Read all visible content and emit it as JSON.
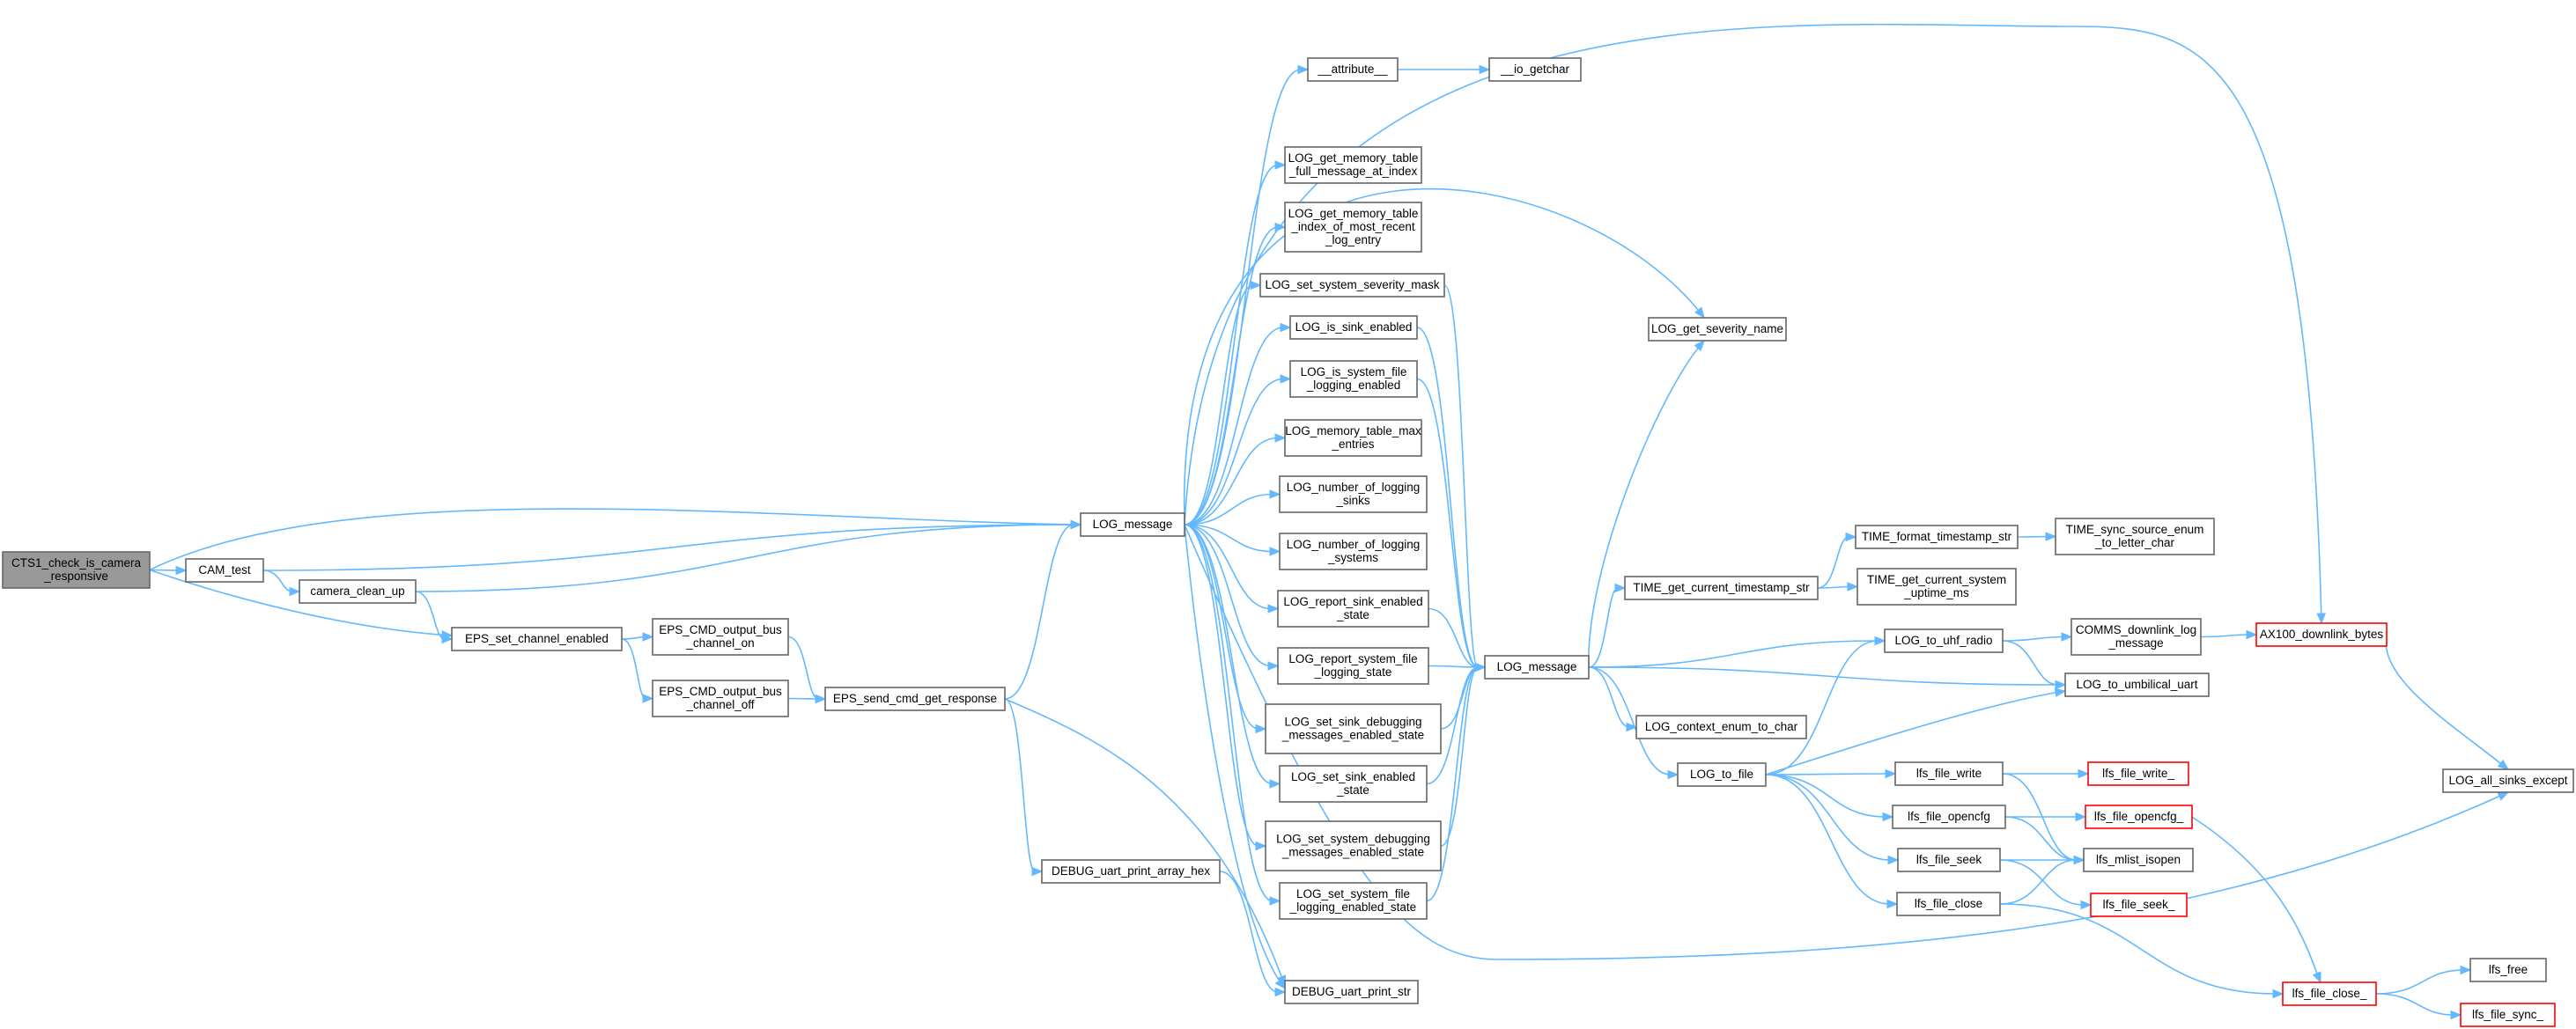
{
  "colors": {
    "edge": "#63b8ff",
    "node_border": "#666666",
    "truncated_border": "#ff0000",
    "root_fill": "#999999",
    "node_fill": "#ffffff"
  },
  "graph": {
    "nodes": [
      {
        "id": "cts1",
        "lines": [
          "CTS1_check_is_camera",
          "_responsive"
        ],
        "style": "root"
      },
      {
        "id": "cam_test",
        "lines": [
          "CAM_test"
        ]
      },
      {
        "id": "camera_clean_up",
        "lines": [
          "camera_clean_up"
        ]
      },
      {
        "id": "eps_set_channel",
        "lines": [
          "EPS_set_channel_enabled"
        ]
      },
      {
        "id": "eps_on",
        "lines": [
          "EPS_CMD_output_bus",
          "_channel_on"
        ]
      },
      {
        "id": "eps_off",
        "lines": [
          "EPS_CMD_output_bus",
          "_channel_off"
        ]
      },
      {
        "id": "eps_send",
        "lines": [
          "EPS_send_cmd_get_response"
        ]
      },
      {
        "id": "debug_hex",
        "lines": [
          "DEBUG_uart_print_array_hex"
        ]
      },
      {
        "id": "debug_str",
        "lines": [
          "DEBUG_uart_print_str"
        ]
      },
      {
        "id": "log_msg1",
        "lines": [
          "LOG_message"
        ]
      },
      {
        "id": "attribute",
        "lines": [
          "__attribute__"
        ]
      },
      {
        "id": "io_getchar",
        "lines": [
          "__io_getchar"
        ]
      },
      {
        "id": "mem_full",
        "lines": [
          "LOG_get_memory_table",
          "_full_message_at_index"
        ]
      },
      {
        "id": "mem_index",
        "lines": [
          "LOG_get_memory_table",
          "_index_of_most_recent",
          "_log_entry"
        ]
      },
      {
        "id": "sev_mask",
        "lines": [
          "LOG_set_system_severity_mask"
        ]
      },
      {
        "id": "sink_enabled",
        "lines": [
          "LOG_is_sink_enabled"
        ]
      },
      {
        "id": "sys_file_log",
        "lines": [
          "LOG_is_system_file",
          "_logging_enabled"
        ]
      },
      {
        "id": "mem_max",
        "lines": [
          "LOG_memory_table_max",
          "_entries"
        ]
      },
      {
        "id": "num_sinks",
        "lines": [
          "LOG_number_of_logging",
          "_sinks"
        ]
      },
      {
        "id": "num_systems",
        "lines": [
          "LOG_number_of_logging",
          "_systems"
        ]
      },
      {
        "id": "report_sink",
        "lines": [
          "LOG_report_sink_enabled",
          "_state"
        ]
      },
      {
        "id": "report_sys_file",
        "lines": [
          "LOG_report_system_file",
          "_logging_state"
        ]
      },
      {
        "id": "set_sink_debug",
        "lines": [
          "LOG_set_sink_debugging",
          "_messages_enabled_state"
        ]
      },
      {
        "id": "set_sink_enabled",
        "lines": [
          "LOG_set_sink_enabled",
          "_state"
        ]
      },
      {
        "id": "set_sys_debug",
        "lines": [
          "LOG_set_system_debugging",
          "_messages_enabled_state"
        ]
      },
      {
        "id": "set_sys_file",
        "lines": [
          "LOG_set_system_file",
          "_logging_enabled_state"
        ]
      },
      {
        "id": "sev_name",
        "lines": [
          "LOG_get_severity_name"
        ]
      },
      {
        "id": "log_msg2",
        "lines": [
          "LOG_message"
        ]
      },
      {
        "id": "time_ts",
        "lines": [
          "TIME_get_current_timestamp_str"
        ]
      },
      {
        "id": "time_fmt",
        "lines": [
          "TIME_format_timestamp_str"
        ]
      },
      {
        "id": "time_sync",
        "lines": [
          "TIME_sync_source_enum",
          "_to_letter_char"
        ]
      },
      {
        "id": "time_uptime",
        "lines": [
          "TIME_get_current_system",
          "_uptime_ms"
        ]
      },
      {
        "id": "ctx_enum",
        "lines": [
          "LOG_context_enum_to_char"
        ]
      },
      {
        "id": "log_file",
        "lines": [
          "LOG_to_file"
        ]
      },
      {
        "id": "uhf",
        "lines": [
          "LOG_to_uhf_radio"
        ]
      },
      {
        "id": "umbilical",
        "lines": [
          "LOG_to_umbilical_uart"
        ]
      },
      {
        "id": "comms",
        "lines": [
          "COMMS_downlink_log",
          "_message"
        ]
      },
      {
        "id": "ax100",
        "lines": [
          "AX100_downlink_bytes"
        ],
        "style": "trunc"
      },
      {
        "id": "all_sinks",
        "lines": [
          "LOG_all_sinks_except"
        ]
      },
      {
        "id": "lfs_write",
        "lines": [
          "lfs_file_write"
        ]
      },
      {
        "id": "lfs_write_",
        "lines": [
          "lfs_file_write_"
        ],
        "style": "trunc"
      },
      {
        "id": "lfs_opencfg",
        "lines": [
          "lfs_file_opencfg"
        ]
      },
      {
        "id": "lfs_opencfg_",
        "lines": [
          "lfs_file_opencfg_"
        ],
        "style": "trunc"
      },
      {
        "id": "lfs_seek",
        "lines": [
          "lfs_file_seek"
        ]
      },
      {
        "id": "lfs_seek_",
        "lines": [
          "lfs_file_seek_"
        ],
        "style": "trunc"
      },
      {
        "id": "lfs_mlist",
        "lines": [
          "lfs_mlist_isopen"
        ]
      },
      {
        "id": "lfs_close",
        "lines": [
          "lfs_file_close"
        ]
      },
      {
        "id": "lfs_close_",
        "lines": [
          "lfs_file_close_"
        ],
        "style": "trunc"
      },
      {
        "id": "lfs_free",
        "lines": [
          "lfs_free"
        ]
      },
      {
        "id": "lfs_sync_",
        "lines": [
          "lfs_file_sync_"
        ],
        "style": "trunc"
      }
    ],
    "edges": [
      [
        "cts1",
        "cam_test"
      ],
      [
        "cts1",
        "eps_set_channel"
      ],
      [
        "cts1",
        "log_msg1"
      ],
      [
        "cam_test",
        "camera_clean_up"
      ],
      [
        "cam_test",
        "log_msg1"
      ],
      [
        "camera_clean_up",
        "eps_set_channel"
      ],
      [
        "camera_clean_up",
        "log_msg1"
      ],
      [
        "eps_set_channel",
        "eps_on"
      ],
      [
        "eps_set_channel",
        "eps_off"
      ],
      [
        "eps_on",
        "eps_send"
      ],
      [
        "eps_off",
        "eps_send"
      ],
      [
        "eps_send",
        "log_msg1"
      ],
      [
        "eps_send",
        "debug_hex"
      ],
      [
        "eps_send",
        "debug_str"
      ],
      [
        "debug_hex",
        "debug_str"
      ],
      [
        "log_msg1",
        "attribute"
      ],
      [
        "attribute",
        "io_getchar"
      ],
      [
        "log_msg1",
        "mem_full"
      ],
      [
        "log_msg1",
        "mem_index"
      ],
      [
        "log_msg1",
        "sev_mask"
      ],
      [
        "log_msg1",
        "sink_enabled"
      ],
      [
        "log_msg1",
        "sys_file_log"
      ],
      [
        "log_msg1",
        "mem_max"
      ],
      [
        "log_msg1",
        "num_sinks"
      ],
      [
        "log_msg1",
        "num_systems"
      ],
      [
        "log_msg1",
        "report_sink"
      ],
      [
        "log_msg1",
        "report_sys_file"
      ],
      [
        "log_msg1",
        "set_sink_debug"
      ],
      [
        "log_msg1",
        "set_sink_enabled"
      ],
      [
        "log_msg1",
        "set_sys_debug"
      ],
      [
        "log_msg1",
        "set_sys_file"
      ],
      [
        "log_msg1",
        "sev_name"
      ],
      [
        "log_msg1",
        "ax100"
      ],
      [
        "log_msg1",
        "debug_str"
      ],
      [
        "log_msg1",
        "all_sinks"
      ],
      [
        "sev_mask",
        "log_msg2"
      ],
      [
        "sink_enabled",
        "log_msg2"
      ],
      [
        "sys_file_log",
        "log_msg2"
      ],
      [
        "report_sink",
        "log_msg2"
      ],
      [
        "report_sys_file",
        "log_msg2"
      ],
      [
        "set_sink_debug",
        "log_msg2"
      ],
      [
        "set_sink_enabled",
        "log_msg2"
      ],
      [
        "set_sys_debug",
        "log_msg2"
      ],
      [
        "set_sys_file",
        "log_msg2"
      ],
      [
        "log_msg2",
        "sev_name"
      ],
      [
        "log_msg2",
        "time_ts"
      ],
      [
        "log_msg2",
        "uhf"
      ],
      [
        "log_msg2",
        "umbilical"
      ],
      [
        "log_msg2",
        "ctx_enum"
      ],
      [
        "log_msg2",
        "log_file"
      ],
      [
        "time_ts",
        "time_fmt"
      ],
      [
        "time_ts",
        "time_uptime"
      ],
      [
        "time_fmt",
        "time_sync"
      ],
      [
        "uhf",
        "comms"
      ],
      [
        "uhf",
        "umbilical"
      ],
      [
        "comms",
        "ax100"
      ],
      [
        "ax100",
        "all_sinks"
      ],
      [
        "log_file",
        "uhf"
      ],
      [
        "log_file",
        "umbilical"
      ],
      [
        "log_file",
        "lfs_write"
      ],
      [
        "log_file",
        "lfs_opencfg"
      ],
      [
        "log_file",
        "lfs_seek"
      ],
      [
        "log_file",
        "lfs_close"
      ],
      [
        "lfs_write",
        "lfs_write_"
      ],
      [
        "lfs_write",
        "lfs_mlist"
      ],
      [
        "lfs_opencfg",
        "lfs_opencfg_"
      ],
      [
        "lfs_opencfg",
        "lfs_mlist"
      ],
      [
        "lfs_seek",
        "lfs_mlist"
      ],
      [
        "lfs_seek",
        "lfs_seek_"
      ],
      [
        "lfs_close",
        "lfs_mlist"
      ],
      [
        "lfs_close",
        "lfs_close_"
      ],
      [
        "lfs_opencfg_",
        "lfs_close_"
      ],
      [
        "lfs_close_",
        "lfs_free"
      ],
      [
        "lfs_close_",
        "lfs_sync_"
      ]
    ]
  }
}
